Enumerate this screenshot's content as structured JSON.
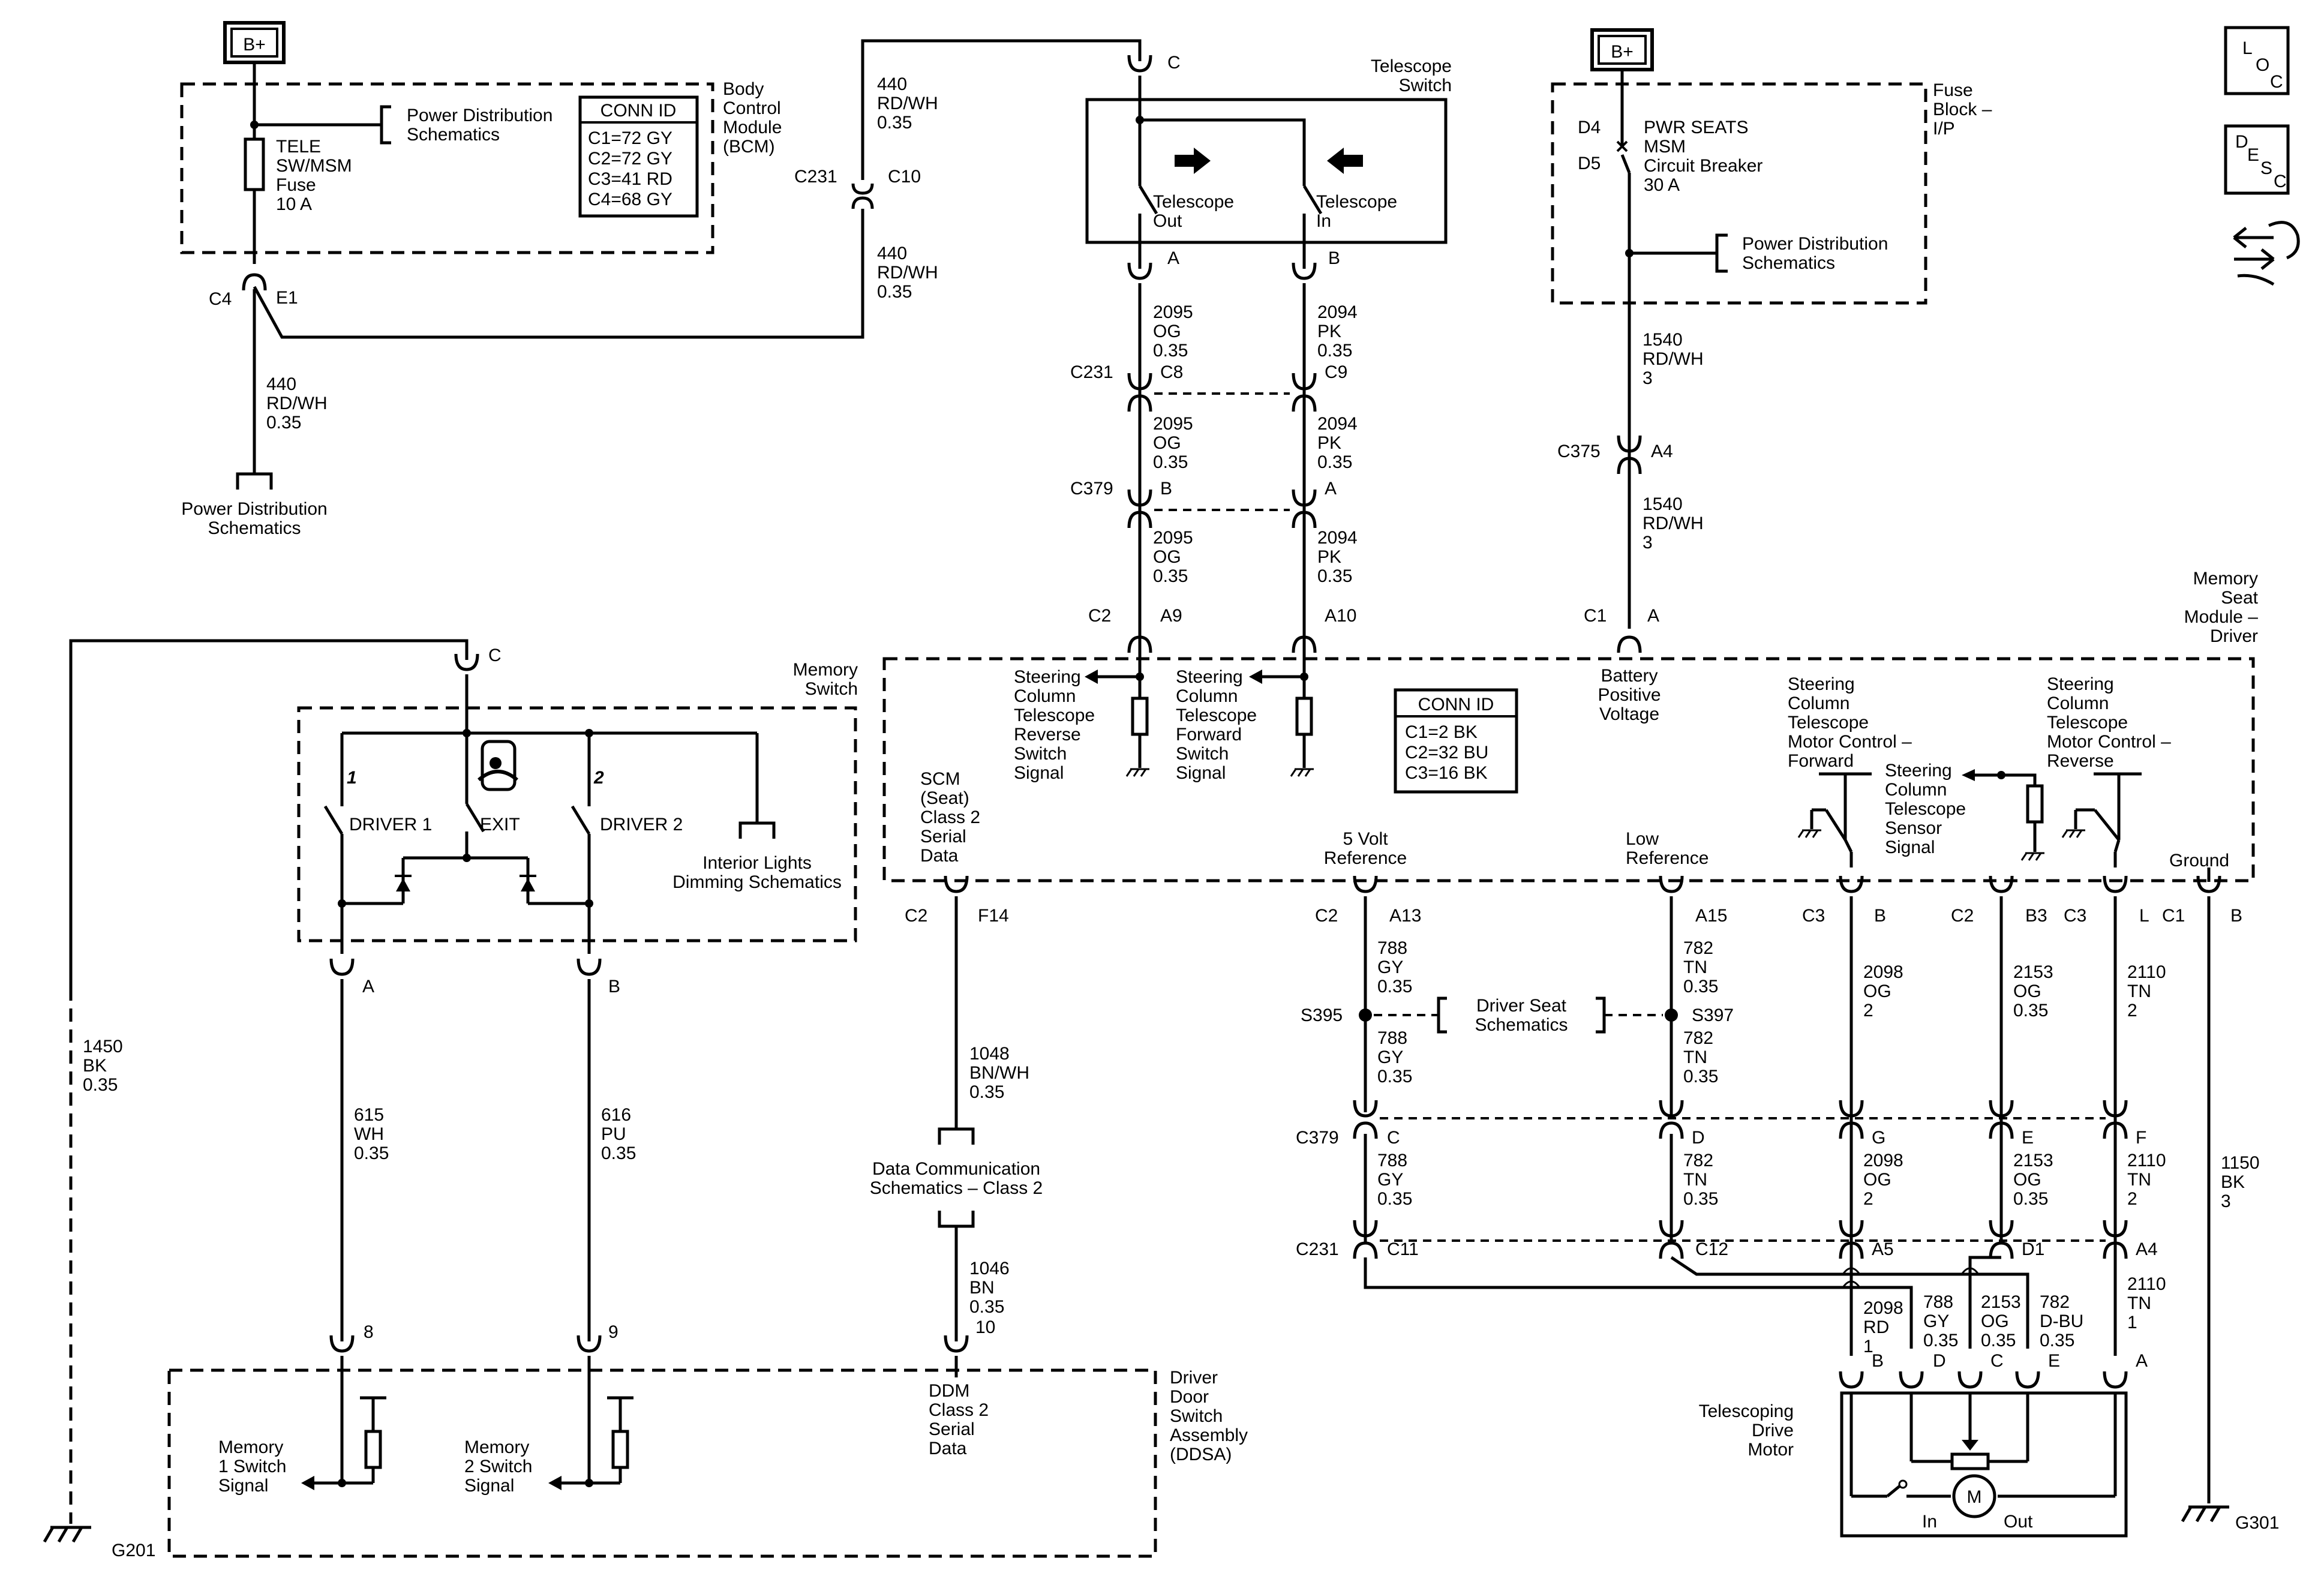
{
  "colors": {
    "line": "#000000",
    "background": "#ffffff"
  },
  "icons": {
    "loc": "location-box-icon",
    "desc": "description-box-icon",
    "tool": "tool-icon"
  },
  "header": {
    "bplus_left": "B+",
    "bplus_right": "B+",
    "loc": [
      "L",
      "O",
      "C"
    ],
    "desc": [
      "D",
      "E",
      "S",
      "C"
    ]
  },
  "bcm": {
    "title": [
      "Body",
      "Control",
      "Module",
      "(BCM)"
    ],
    "fuse": [
      "TELE",
      "SW/MSM",
      "Fuse",
      "10 A"
    ],
    "pds": [
      "Power Distribution",
      "Schematics"
    ],
    "conn_title": "CONN ID",
    "conn": [
      "C1=72 GY",
      "C2=72 GY",
      "C3=41 RD",
      "C4=68 GY"
    ],
    "c4": "C4",
    "e1": "E1",
    "wire": [
      "440",
      "RD/WH",
      "0.35"
    ],
    "pds_bottom": [
      "Power Distribution",
      "Schematics"
    ]
  },
  "c231_top": {
    "c231": "C231",
    "c10": "C10",
    "wire_up": [
      "440",
      "RD/WH",
      "0.35"
    ],
    "wire_down": [
      "440",
      "RD/WH",
      "0.35"
    ]
  },
  "telescope_switch": {
    "title": [
      "Telescope",
      "Switch"
    ],
    "pin_c": "C",
    "out": [
      "Telescope",
      "Out"
    ],
    "in": [
      "Telescope",
      "In"
    ],
    "pin_a": "A",
    "pin_b": "B",
    "og_wire": [
      "2095",
      "OG",
      "0.35"
    ],
    "pk_wire": [
      "2094",
      "PK",
      "0.35"
    ],
    "c231": "C231",
    "c8": "C8",
    "c9": "C9",
    "c379": "C379",
    "c379_b": "B",
    "c379_a": "A",
    "c2": "C2",
    "a9": "A9",
    "a10": "A10"
  },
  "fuse_block": {
    "title": [
      "Fuse",
      "Block –",
      "I/P"
    ],
    "d4": "D4",
    "d5": "D5",
    "breaker": [
      "PWR SEATS",
      "MSM",
      "Circuit Breaker",
      "30 A"
    ],
    "pds": [
      "Power Distribution",
      "Schematics"
    ],
    "wire": [
      "1540",
      "RD/WH",
      "3"
    ],
    "c375": "C375",
    "a4": "A4",
    "c1": "C1",
    "a": "A"
  },
  "msm": {
    "title": [
      "Memory",
      "Seat",
      "Module –",
      "Driver"
    ],
    "rev": [
      "Steering",
      "Column",
      "Telescope",
      "Reverse",
      "Switch",
      "Signal"
    ],
    "fwd": [
      "Steering",
      "Column",
      "Telescope",
      "Forward",
      "Switch",
      "Signal"
    ],
    "conn_title": "CONN ID",
    "conn": [
      "C1=2 BK",
      "C2=32 BU",
      "C3=16 BK"
    ],
    "battery": [
      "Battery",
      "Positive",
      "Voltage"
    ],
    "scm": [
      "SCM",
      "(Seat)",
      "Class 2",
      "Serial",
      "Data"
    ],
    "mc_fwd": [
      "Steering",
      "Column",
      "Telescope",
      "Motor Control –",
      "Forward"
    ],
    "sensor": [
      "Steering",
      "Column",
      "Telescope",
      "Sensor",
      "Signal"
    ],
    "mc_rev": [
      "Steering",
      "Column",
      "Telescope",
      "Motor Control –",
      "Reverse"
    ],
    "five_v": [
      "5 Volt",
      "Reference"
    ],
    "low_ref": [
      "Low",
      "Reference"
    ],
    "ground": "Ground",
    "pins": {
      "c2a": "C2",
      "f14": "F14",
      "c2b": "C2",
      "a13": "A13",
      "a15": "A15",
      "c3a": "C3",
      "b_pin": "B",
      "c2c": "C2",
      "b3": "B3",
      "c3b": "C3",
      "l": "L",
      "c1": "C1",
      "b_gnd": "B"
    }
  },
  "memory_switch": {
    "title": [
      "Memory",
      "Switch"
    ],
    "pin_c": "C",
    "one": "1",
    "two": "2",
    "driver1": "DRIVER 1",
    "exit": "EXIT",
    "driver2": "DRIVER 2",
    "ild": [
      "Interior Lights",
      "Dimming Schematics"
    ],
    "pin_a": "A",
    "pin_b": "B"
  },
  "wires": {
    "w1450": [
      "1450",
      "BK",
      "0.35"
    ],
    "w615": [
      "615",
      "WH",
      "0.35"
    ],
    "w616": [
      "616",
      "PU",
      "0.35"
    ],
    "w1048": [
      "1048",
      "BN/WH",
      "0.35"
    ],
    "dcs": [
      "Data Communication",
      "Schematics – Class 2"
    ],
    "w1046": [
      "1046",
      "BN",
      "0.35",
      "10"
    ],
    "w788a": [
      "788",
      "GY",
      "0.35"
    ],
    "w782a": [
      "782",
      "TN",
      "0.35"
    ],
    "s395": "S395",
    "s397": "S397",
    "dss": [
      "Driver Seat",
      "Schematics"
    ],
    "w788b": [
      "788",
      "GY",
      "0.35"
    ],
    "w782b": [
      "782",
      "TN",
      "0.35"
    ],
    "w2098a": [
      "2098",
      "OG",
      "2"
    ],
    "w2153a": [
      "2153",
      "OG",
      "0.35"
    ],
    "w2110a": [
      "2110",
      "TN",
      "2"
    ],
    "c379": "C379",
    "c379_c": "C",
    "c379_d": "D",
    "c379_g": "G",
    "c379_e": "E",
    "c379_f": "F",
    "w788c": [
      "788",
      "GY",
      "0.35"
    ],
    "w782c": [
      "782",
      "TN",
      "0.35"
    ],
    "w2098b": [
      "2098",
      "OG",
      "2"
    ],
    "w2153b": [
      "2153",
      "OG",
      "0.35"
    ],
    "w2110b": [
      "2110",
      "TN",
      "2"
    ],
    "c231": "C231",
    "c11": "C11",
    "c12": "C12",
    "a5": "A5",
    "d1": "D1",
    "a4": "A4",
    "w2110c": [
      "2110",
      "TN",
      "1"
    ],
    "w1150": [
      "1150",
      "BK",
      "3"
    ]
  },
  "motor": {
    "title": [
      "Telescoping",
      "Drive",
      "Motor"
    ],
    "w2098": [
      "2098",
      "RD",
      "1"
    ],
    "w788": [
      "788",
      "GY",
      "0.35"
    ],
    "w2153": [
      "2153",
      "OG",
      "0.35"
    ],
    "w782": [
      "782",
      "D-BU",
      "0.35"
    ],
    "pins": [
      "B",
      "D",
      "C",
      "E",
      "A"
    ],
    "in": "In",
    "m": "M",
    "out": "Out"
  },
  "ddsa": {
    "title": [
      "Driver",
      "Door",
      "Switch",
      "Assembly",
      "(DDSA)"
    ],
    "pin8": "8",
    "pin9": "9",
    "mem1": [
      "Memory",
      "1 Switch",
      "Signal"
    ],
    "mem2": [
      "Memory",
      "2 Switch",
      "Signal"
    ],
    "ddm": [
      "DDM",
      "Class 2",
      "Serial",
      "Data"
    ]
  },
  "grounds": {
    "g201": "G201",
    "g301": "G301"
  }
}
